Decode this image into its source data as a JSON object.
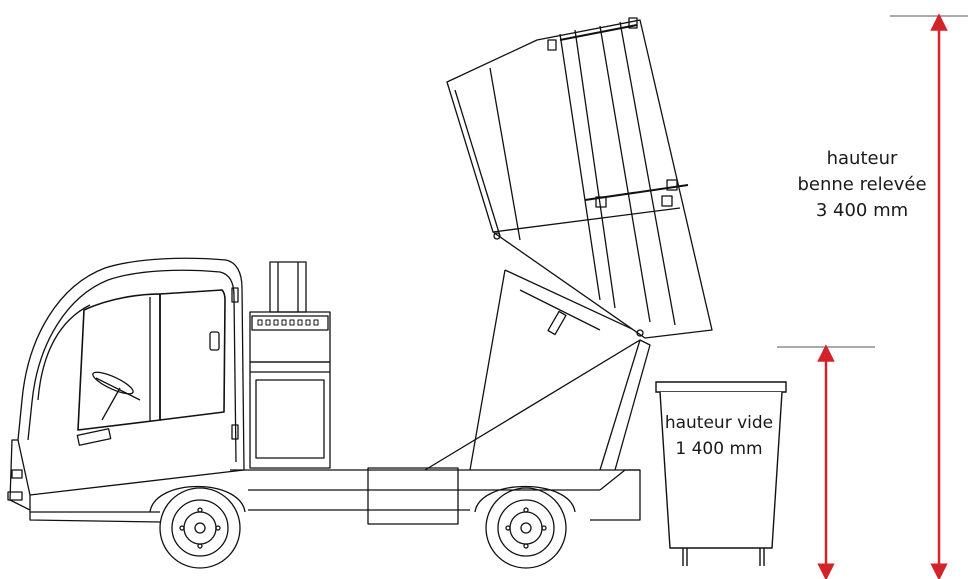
{
  "labels": {
    "raised": {
      "line1": "hauteur",
      "line2": "benne relevée",
      "line3": "3 400 mm"
    },
    "empty": {
      "line1": "hauteur vide",
      "line2": "1 400 mm"
    }
  },
  "colors": {
    "dimension_arrow": "#d2232a",
    "line_art": "#111111",
    "background": "#ffffff"
  }
}
